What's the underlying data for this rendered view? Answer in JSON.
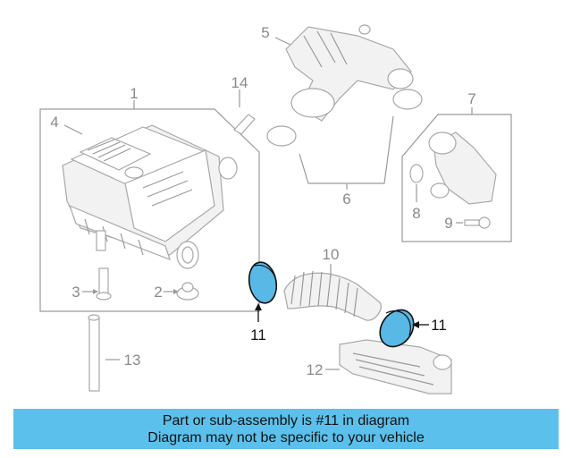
{
  "labels": {
    "p1": "1",
    "p2": "2",
    "p3": "3",
    "p4": "4",
    "p5": "5",
    "p6": "6",
    "p7": "7",
    "p8": "8",
    "p9": "9",
    "p10": "10",
    "p11a": "11",
    "p11b": "11",
    "p12": "12",
    "p13": "13",
    "p14": "14"
  },
  "banner": {
    "line1": "Part or sub-assembly is #11 in diagram",
    "line2": "Diagram may not be specific to your vehicle"
  },
  "colors": {
    "highlight": "#59b8e6",
    "banner": "#5bc0eb",
    "linework": "#a8a8a8"
  }
}
